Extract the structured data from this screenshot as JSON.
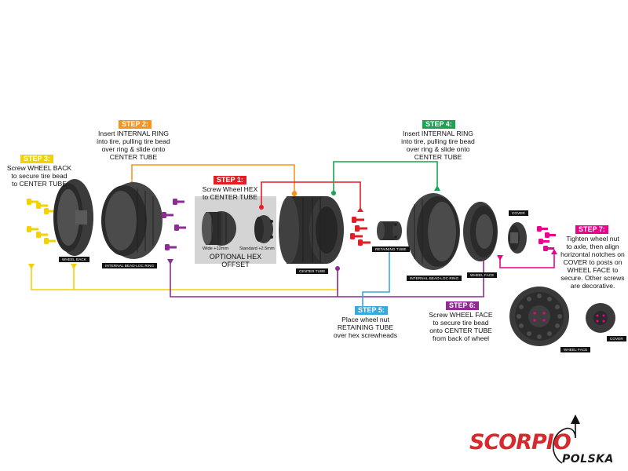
{
  "colors": {
    "step1": "#e31e26",
    "step2": "#f7941d",
    "step3": "#f2d200",
    "step4": "#1aa351",
    "step5": "#39a9dc",
    "step6": "#8e2c93",
    "step7": "#ec008c",
    "part": "#3b3b3b",
    "part_dark": "#1e1e1e",
    "hex_panel": "#d4d4d4",
    "logo_red": "#d62a2e"
  },
  "steps": {
    "step1": {
      "label": "STEP 1:",
      "text": [
        "Screw Wheel HEX",
        "to CENTER TUBE"
      ]
    },
    "step2": {
      "label": "STEP 2:",
      "text": [
        "Insert INTERNAL RING",
        "into tire, pulling tire bead",
        "over ring & slide onto",
        "CENTER TUBE"
      ]
    },
    "step3": {
      "label": "STEP 3:",
      "text": [
        "Screw WHEEL BACK",
        "to secure tire bead",
        "to CENTER TUBE"
      ]
    },
    "step4": {
      "label": "STEP 4:",
      "text": [
        "Insert INTERNAL RING",
        "into tire, pulling tire bead",
        "over ring & slide onto",
        "CENTER TUBE"
      ]
    },
    "step5": {
      "label": "STEP 5:",
      "text": [
        "Place wheel nut",
        "RETAINING TUBE",
        "over hex screwheads"
      ]
    },
    "step6": {
      "label": "STEP 6:",
      "text": [
        "Screw WHEEL FACE",
        "to secure tire bead",
        "onto CENTER TUBE",
        "from back of wheel"
      ]
    },
    "step7": {
      "label": "STEP 7:",
      "text": [
        "Tighten wheel nut",
        "to axle, then align",
        "horizontal notches on",
        "COVER to posts on",
        "WHEEL FACE to",
        "secure. Other screws",
        "are decorative."
      ]
    }
  },
  "parts": {
    "wheel_back": "WHEEL BACK",
    "bead_ring_left": "INTERNAL BEAD-LOC RING",
    "center_tube": "CENTER TUBE",
    "retaining_tube": "RETAINING TUBE",
    "bead_ring_right": "INTERNAL BEAD-LOC RING",
    "wheel_face": "WHEEL FACE",
    "cover": "COVER",
    "wheel_face_front": "WHEEL FACE",
    "cover_front": "COVER"
  },
  "hex_option": {
    "title": "OPTIONAL HEX OFFSET",
    "wide": "Wide +12mm",
    "standard": "Standard +2.5mm"
  },
  "brand": {
    "name": "SCORPIO",
    "country": "POLSKA"
  }
}
